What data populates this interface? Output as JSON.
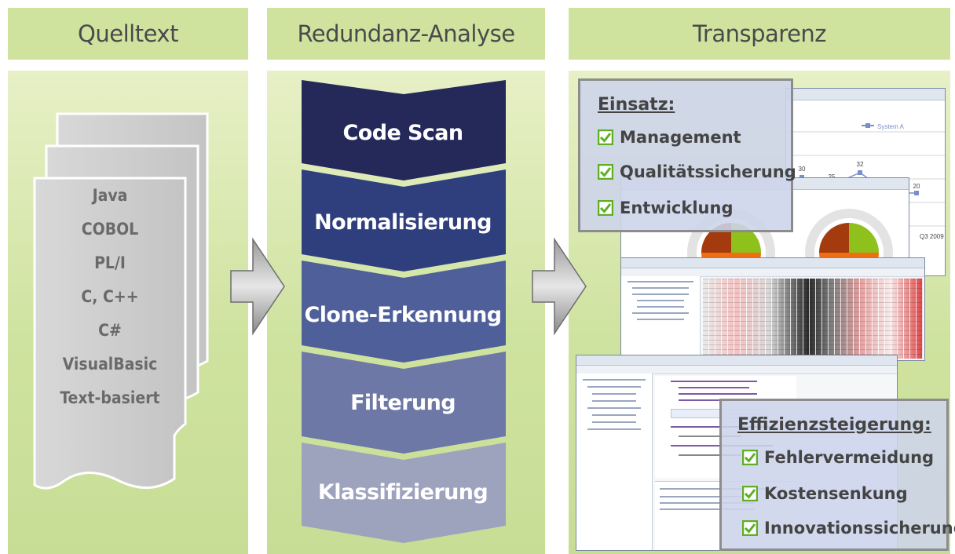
{
  "columns": {
    "source": {
      "title": "Quelltext"
    },
    "analysis": {
      "title": "Redundanz-Analyse"
    },
    "result": {
      "title": "Transparenz"
    }
  },
  "languages": [
    "Java",
    "COBOL",
    "PL/I",
    "C, C++",
    "C#",
    "VisualBasic",
    "Text-basiert"
  ],
  "steps": [
    "Code Scan",
    "Normalisierung",
    "Clone-Erkennung",
    "Filterung",
    "Klassifizierung"
  ],
  "usage_box": {
    "title": "Einsatz:",
    "items": [
      "Management",
      "Qualitätssicherung",
      "Entwicklung"
    ]
  },
  "efficiency_box": {
    "title": "Effizienzsteigerung:",
    "items": [
      "Fehlervermeidung",
      "Kostensenkung",
      "Innovationssicherung"
    ]
  },
  "screenshot_chart": {
    "legend": "System A",
    "labels": [
      "30",
      "25",
      "32",
      "20",
      "20"
    ],
    "period": "Q3 2009"
  },
  "colors": {
    "header_bg": "#cfe39f",
    "panel_bg": "#d4e6ab",
    "step_colors": [
      "#24295a",
      "#2f3f7e",
      "#4e5f9a",
      "#6e78a6",
      "#9da2bd"
    ],
    "check_green": "#5fae25"
  }
}
